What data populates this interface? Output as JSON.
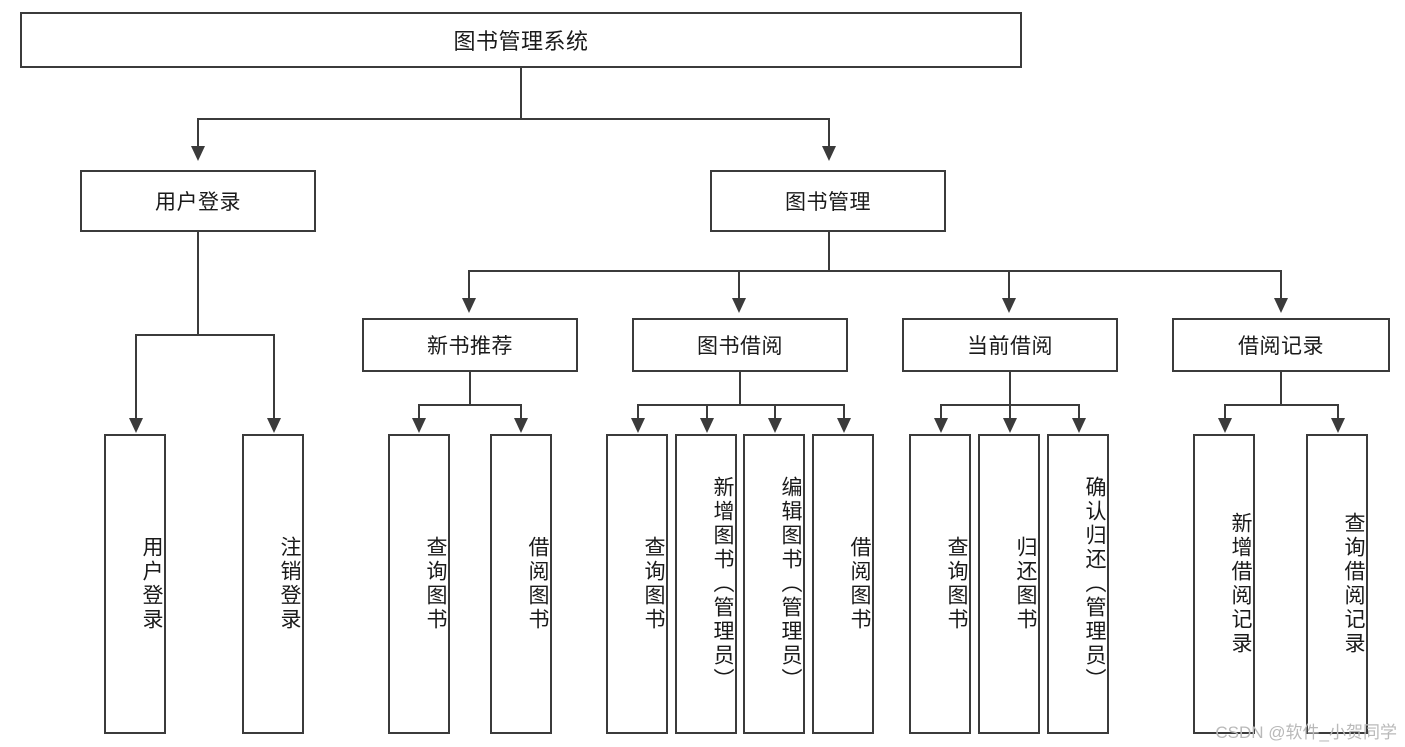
{
  "diagram": {
    "title": "图书管理系统",
    "watermark": "CSDN @软件_小贺同学",
    "level2": {
      "user_login": "用户登录",
      "book_manage": "图书管理"
    },
    "level2_leaves": {
      "user_login_leaf": "用户登录",
      "logout_leaf": "注销登录"
    },
    "level3": {
      "new_book_recommend": "新书推荐",
      "book_borrow": "图书借阅",
      "current_borrow": "当前借阅",
      "borrow_record": "借阅记录"
    },
    "level4": {
      "recommend_children": [
        "查询图书",
        "借阅图书"
      ],
      "borrow_children": [
        "查询图书",
        "新增图书（管理员）",
        "编辑图书（管理员）",
        "借阅图书"
      ],
      "current_children": [
        "查询图书",
        "归还图书",
        "确认归还（管理员）"
      ],
      "record_children": [
        "新增借阅记录",
        "查询借阅记录"
      ]
    },
    "colors": {
      "stroke": "#3b3b3b",
      "background": "#ffffff",
      "text": "#1a1a1a",
      "watermark": "#b9b9b9"
    }
  }
}
